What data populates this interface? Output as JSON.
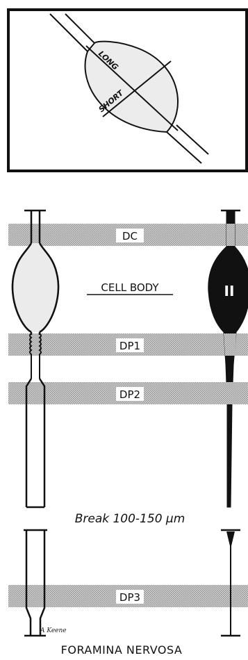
{
  "inset": {
    "long_label": "LONG",
    "short_label": "SHORT"
  },
  "zones": {
    "dc": "DC",
    "cell_body": "CELL BODY",
    "dp1": "DP1",
    "dp2": "DP2",
    "dp3": "DP3"
  },
  "cell_marker": "II",
  "break_label": "Break 100-150 μm",
  "signature": "A Keene",
  "footer_title": "FORAMINA NERVOSA",
  "colors": {
    "band": "#c9c9c9",
    "ink": "#111111",
    "shade": "#e6e6e6"
  }
}
